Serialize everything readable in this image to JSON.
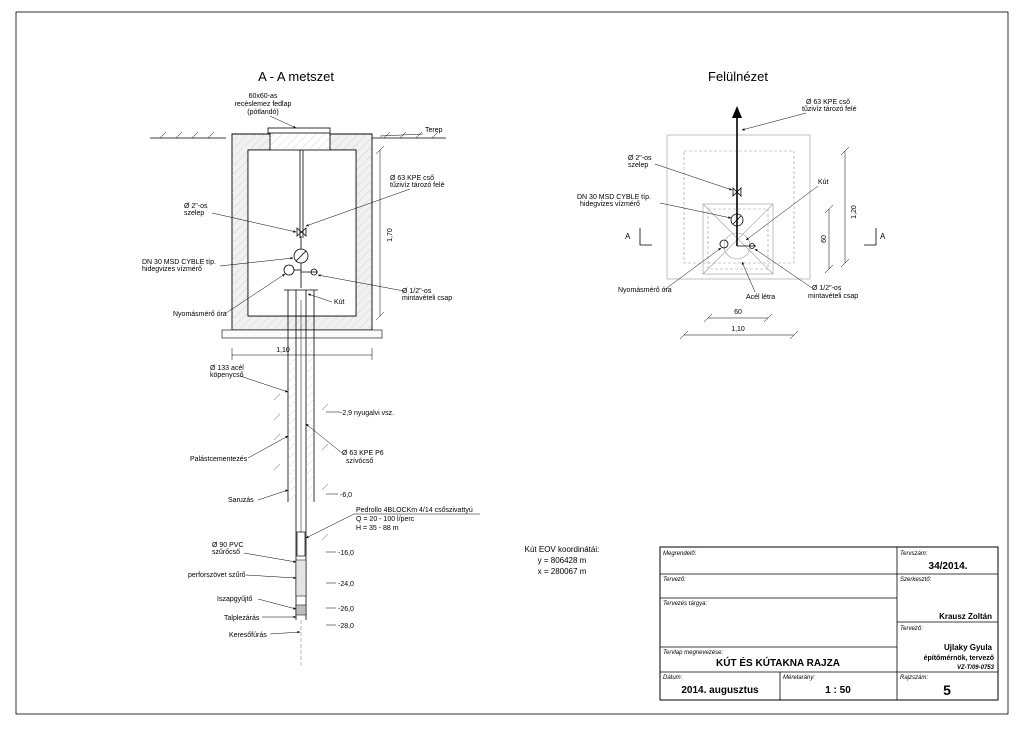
{
  "section": {
    "title": "A - A metszet",
    "cover_l1": "60x60-as",
    "cover_l2": "recéslemez fedlap",
    "cover_l3": "(pótlandó)",
    "terrain": "Terep",
    "pipe_l1": "Ø 63 KPE cső",
    "pipe_l2": "tűzivíz tározó felé",
    "valve_l1": "Ø 2\"-os",
    "valve_l2": "szelep",
    "meter_l1": "DN 30 MSD CYBLE típ.",
    "meter_l2": "hidegvizes vízmérő",
    "sample_l1": "Ø 1/2\"-os",
    "sample_l2": "mintavételi csap",
    "gauge": "Nyomásmérő óra",
    "well": "Kút",
    "dim_height": "1,70",
    "dim_width": "1,10",
    "casing_l1": "Ø 133 acél",
    "casing_l2": "köpenycső",
    "water_level": "-2,9 nyugalvi vsz.",
    "suction_l1": "Ø 63 KPE P6",
    "suction_l2": "szívócső",
    "cementing": "Palástcementezés",
    "shoe": "Saruzás",
    "depth_6": "-6,0",
    "pump_l1": "Pedrollo 4BLOCKm 4/14 csőszivattyú",
    "pump_l2": "Q = 20 - 100 l/perc",
    "pump_l3": "H = 35 - 88 m",
    "pvc_l1": "Ø 90 PVC",
    "pvc_l2": "szűrőcső",
    "screen": "perforszövet szűrő",
    "depth_16": "-16,0",
    "depth_24": "-24,0",
    "sludge": "Iszapgyűjtő",
    "depth_26": "-26,0",
    "bottom": "Talplezárás",
    "depth_28": "-28,0",
    "search_drill": "Keresőfúrás"
  },
  "plan": {
    "title": "Felülnézet",
    "pipe_l1": "Ø 63 KPE cső",
    "pipe_l2": "tűzivíz tározó felé",
    "valve_l1": "Ø 2\"-os",
    "valve_l2": "szelep",
    "meter_l1": "DN 30 MSD CYBLE típ.",
    "meter_l2": "hidegvizes vízmérő",
    "well": "Kút",
    "section_mark": "A",
    "dim_120": "1,20",
    "dim_60v": "60",
    "gauge": "Nyomásmérő óra",
    "ladder": "Acél létra",
    "sample_l1": "Ø 1/2\"-os",
    "sample_l2": "mintavételi csap",
    "dim_60h": "60",
    "dim_110": "1,10"
  },
  "coords": {
    "title": "Kút EOV koordinátái:",
    "y": "y = 806428 m",
    "x": "x = 280067 m"
  },
  "titleblock": {
    "client_label": "Megrendelő:",
    "client_value": "",
    "plan_no_label": "Tervszám:",
    "plan_no": "34/2014.",
    "designer_label": "Tervező:",
    "designer_value": "",
    "editor_label": "Szerkesztő:",
    "editor": "Krausz Zoltán",
    "subject_label": "Tervezés tárgya:",
    "subject_value": "",
    "planner_label": "Tervező:",
    "planner_name": "Ujlaky Gyula",
    "planner_role": "építőmérnök, tervező",
    "planner_id": "VZ-T/09-0753",
    "sheet_label": "Tervlap megnevezése:",
    "sheet_name": "KÚT ÉS KÚTAKNA RAJZA",
    "date_label": "Dátum:",
    "date": "2014. augusztus",
    "scale_label": "Méretarány:",
    "scale": "1 : 50",
    "drawing_no_label": "Rajzszám:",
    "drawing_no": "5"
  }
}
